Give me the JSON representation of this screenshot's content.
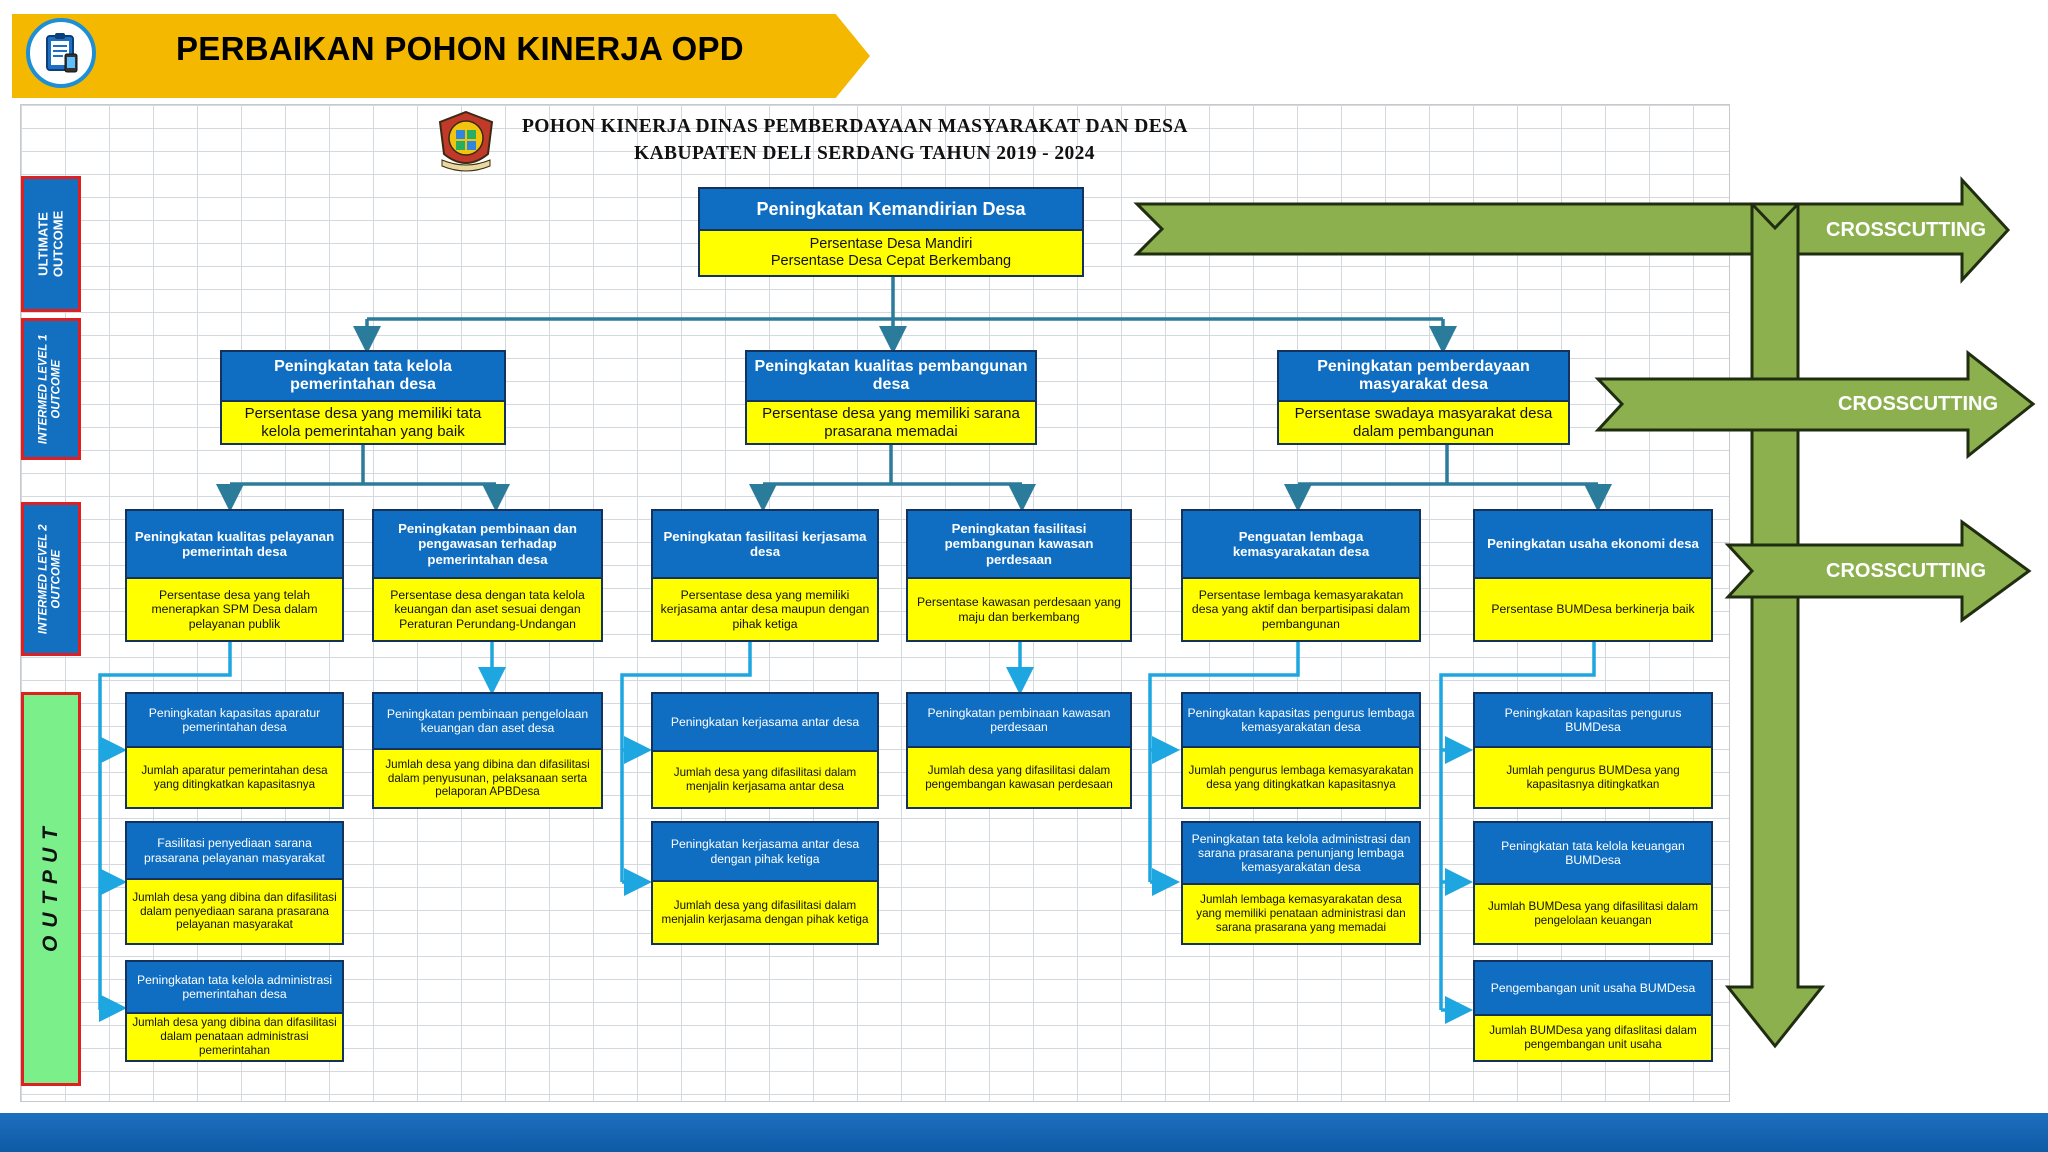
{
  "header": {
    "title": "PERBAIKAN POHON KINERJA OPD",
    "icon": "clipboard-phone-icon"
  },
  "document": {
    "title_line1": "POHON KINERJA DINAS PEMBERDAYAAN MASYARAKAT DAN DESA",
    "title_line2": "KABUPATEN DELI SERDANG TAHUN 2019 - 2024",
    "logo": "deli-serdang-emblem"
  },
  "levels": {
    "ultimate": "ULTIMATE\nOUTCOME",
    "level1": "INTERMED LEVEL 1\nOUTCOME",
    "level2": "INTERMED LEVEL 2\nOUTCOME",
    "output": "O U T P U T"
  },
  "crosscutting": {
    "label1": "CROSSCUTTING",
    "label2": "CROSSCUTTING",
    "label3": "CROSSCUTTING"
  },
  "colors": {
    "header_fill": "#0f6ec2",
    "indicator_fill": "#ffff00",
    "banner": "#f5b800",
    "arrow": "#8db04f",
    "connector": "#2b7b9a",
    "output_connector": "#1da6e0"
  },
  "top": {
    "title": "Peningkatan Kemandirian Desa",
    "ind": "Persentase Desa Mandiri\nPersentase Desa Cepat Berkembang"
  },
  "l1": [
    {
      "title": "Peningkatan tata kelola pemerintahan desa",
      "ind": "Persentase desa yang memiliki tata kelola pemerintahan yang baik"
    },
    {
      "title": "Peningkatan kualitas pembangunan desa",
      "ind": "Persentase desa yang memiliki sarana prasarana memadai"
    },
    {
      "title": "Peningkatan pemberdayaan masyarakat desa",
      "ind": "Persentase swadaya masyarakat desa dalam pembangunan"
    }
  ],
  "l2": [
    {
      "title": "Peningkatan kualitas pelayanan pemerintah desa",
      "ind": "Persentase desa yang telah menerapkan SPM Desa dalam pelayanan publik"
    },
    {
      "title": "Peningkatan pembinaan dan pengawasan terhadap pemerintahan desa",
      "ind": "Persentase desa dengan tata kelola keuangan dan aset sesuai dengan Peraturan Perundang-Undangan"
    },
    {
      "title": "Peningkatan fasilitasi kerjasama desa",
      "ind": "Persentase desa yang memiliki kerjasama antar desa maupun dengan pihak ketiga"
    },
    {
      "title": "Peningkatan fasilitasi pembangunan kawasan perdesaan",
      "ind": "Persentase kawasan perdesaan yang maju dan berkembang"
    },
    {
      "title": "Penguatan lembaga kemasyarakatan desa",
      "ind": "Persentase lembaga kemasyarakatan desa yang aktif dan berpartisipasi dalam pembangunan"
    },
    {
      "title": "Peningkatan usaha ekonomi desa",
      "ind": "Persentase BUMDesa berkinerja baik"
    }
  ],
  "out": {
    "c1": [
      {
        "title": "Peningkatan kapasitas aparatur pemerintahan desa",
        "ind": "Jumlah aparatur pemerintahan desa yang ditingkatkan kapasitasnya"
      },
      {
        "title": "Fasilitasi penyediaan sarana prasarana pelayanan masyarakat",
        "ind": "Jumlah desa yang dibina dan difasilitasi dalam penyediaan sarana prasarana pelayanan masyarakat"
      },
      {
        "title": "Peningkatan tata kelola administrasi pemerintahan desa",
        "ind": "Jumlah desa yang dibina dan difasilitasi dalam penataan administrasi pemerintahan"
      }
    ],
    "c2": [
      {
        "title": "Peningkatan pembinaan pengelolaan keuangan dan aset desa",
        "ind": "Jumlah desa yang dibina dan difasilitasi dalam penyusunan, pelaksanaan serta pelaporan APBDesa"
      }
    ],
    "c3": [
      {
        "title": "Peningkatan kerjasama antar desa",
        "ind": "Jumlah desa yang difasilitasi dalam menjalin kerjasama antar desa"
      },
      {
        "title": "Peningkatan kerjasama antar desa dengan pihak ketiga",
        "ind": "Jumlah desa yang difasilitasi dalam menjalin kerjasama dengan pihak ketiga"
      }
    ],
    "c4": [
      {
        "title": "Peningkatan pembinaan kawasan perdesaan",
        "ind": "Jumlah desa yang difasilitasi dalam pengembangan kawasan perdesaan"
      }
    ],
    "c5": [
      {
        "title": "Peningkatan kapasitas pengurus lembaga kemasyarakatan desa",
        "ind": "Jumlah pengurus lembaga kemasyarakatan desa yang ditingkatkan kapasitasnya"
      },
      {
        "title": "Peningkatan tata kelola administrasi dan sarana prasarana penunjang lembaga kemasyarakatan desa",
        "ind": "Jumlah lembaga kemasyarakatan desa yang memiliki penataan administrasi dan sarana prasarana yang memadai"
      }
    ],
    "c6": [
      {
        "title": "Peningkatan kapasitas pengurus BUMDesa",
        "ind": "Jumlah pengurus BUMDesa yang kapasitasnya ditingkatkan"
      },
      {
        "title": "Peningkatan tata kelola keuangan BUMDesa",
        "ind": "Jumlah BUMDesa yang difasilitasi dalam pengelolaan keuangan"
      },
      {
        "title": "Pengembangan unit usaha BUMDesa",
        "ind": "Jumlah BUMDesa yang difaslitasi dalam pengembangan unit usaha"
      }
    ]
  }
}
